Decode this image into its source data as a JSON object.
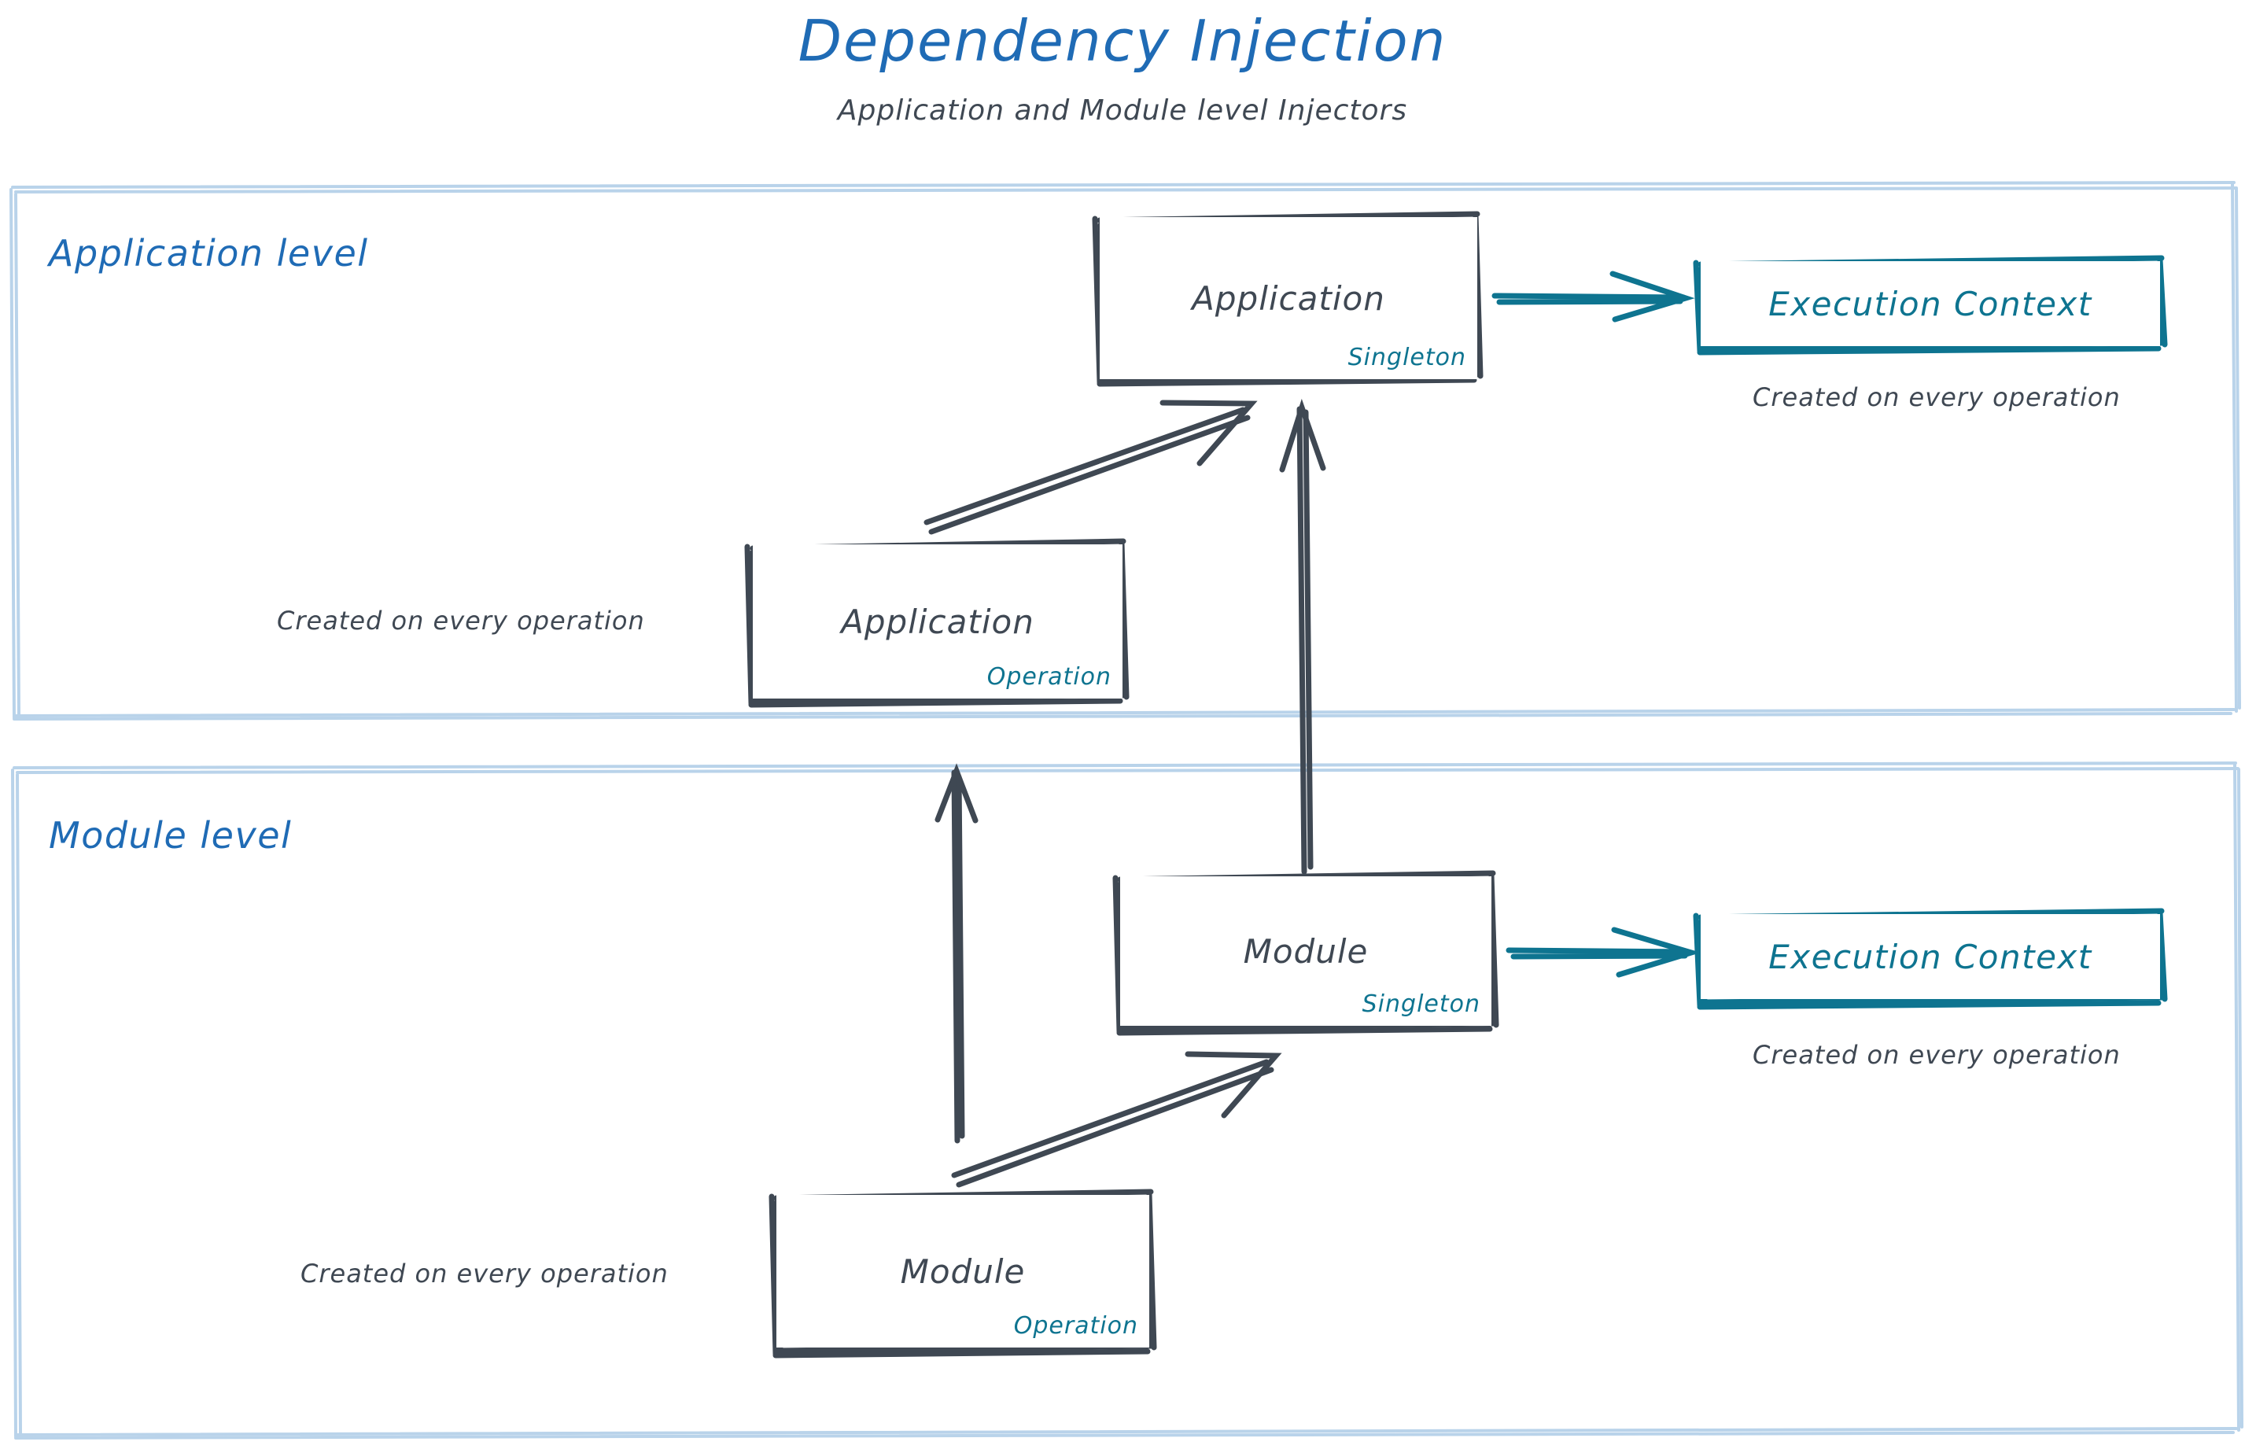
{
  "header": {
    "title": "Dependency Injection",
    "subtitle": "Application and Module level Injectors"
  },
  "colors": {
    "title_blue": "#1f6bb5",
    "lane_border": "#b9d3ea",
    "node_stroke": "#3f4853",
    "teal": "#0e7490",
    "text_dark": "#3f4853",
    "background": "#ffffff"
  },
  "lanes": [
    {
      "id": "application-level",
      "label": "Application level"
    },
    {
      "id": "module-level",
      "label": "Module level"
    }
  ],
  "nodes": {
    "app_singleton": {
      "title": "Application",
      "scope": "Singleton"
    },
    "app_operation": {
      "title": "Application",
      "scope": "Operation"
    },
    "module_singleton": {
      "title": "Module",
      "scope": "Singleton"
    },
    "module_operation": {
      "title": "Module",
      "scope": "Operation"
    }
  },
  "execution_contexts": [
    {
      "id": "app-execution-context",
      "label": "Execution Context",
      "caption": "Created on every operation"
    },
    {
      "id": "module-execution-context",
      "label": "Execution Context",
      "caption": "Created on every operation"
    }
  ],
  "captions": {
    "app_operation_note": "Created on every operation",
    "module_operation_note": "Created on every operation"
  }
}
